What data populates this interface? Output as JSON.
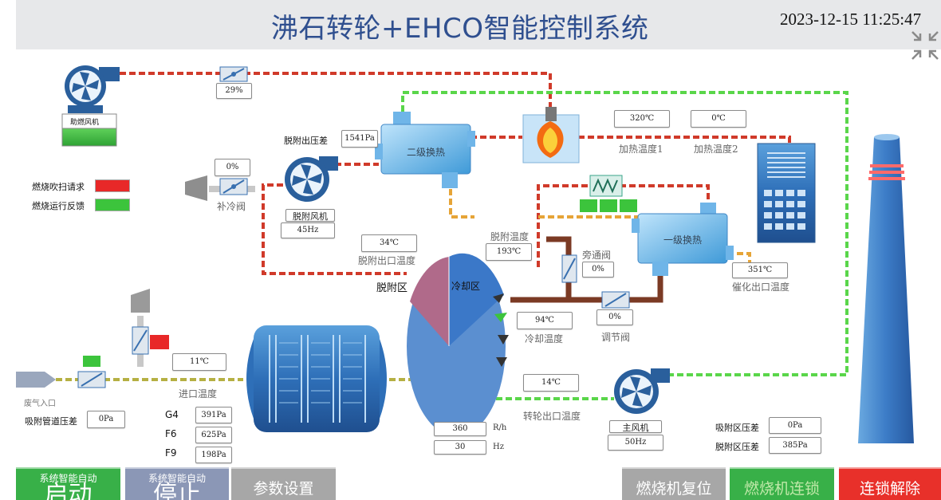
{
  "header": {
    "title": "沸石转轮+EHCO智能控制系统",
    "datetime": "2023-12-15 11:25:47"
  },
  "equipment": {
    "combustion_fan": "助燃风机",
    "desorb_fan": "脱附风机",
    "main_fan": "主风机",
    "secondary_hx": "二级换热",
    "primary_hx": "一级换热",
    "desorb_zone": "脱附区",
    "cooling_zone": "冷却区"
  },
  "legend": {
    "purge_request": "燃烧吹扫请求",
    "run_feedback": "燃烧运行反馈"
  },
  "values": {
    "combustion_valve": "29%",
    "desorb_pressure_diff": "1541Pa",
    "makeup_valve": "0%",
    "desorb_fan_freq": "45Hz",
    "heat_temp1": "320℃",
    "heat_temp2": "0℃",
    "desorb_outlet_temp": "34℃",
    "desorb_temp": "193℃",
    "bypass_valve": "0%",
    "catalytic_outlet_temp": "351℃",
    "cooling_temp": "94℃",
    "adjust_valve": "0%",
    "inlet_temp": "11℃",
    "wheel_outlet_temp": "14℃",
    "suction_pipe_pressure": "0Pa",
    "g4": "391Pa",
    "f6": "625Pa",
    "f9": "198Pa",
    "wheel_speed": "360",
    "wheel_speed_unit": "R/h",
    "wheel_freq": "30",
    "wheel_freq_unit": "Hz",
    "main_fan_freq": "50Hz",
    "adsorb_zone_pressure": "0Pa",
    "desorb_zone_pressure": "385Pa"
  },
  "labels": {
    "desorb_pressure_diff": "脱附出压差",
    "makeup_valve": "补冷阀",
    "heat_temp1": "加热温度1",
    "heat_temp2": "加热温度2",
    "desorb_outlet_temp": "脱附出口温度",
    "desorb_temp": "脱附温度",
    "bypass_valve": "旁通阀",
    "catalytic_outlet_temp": "催化出口温度",
    "cooling_temp": "冷却温度",
    "adjust_valve": "调节阀",
    "inlet_temp": "进口温度",
    "wheel_outlet_temp": "转轮出口温度",
    "waste_gas_inlet": "废气入口",
    "suction_pipe_pressure": "吸附管道压差",
    "g4": "G4",
    "f6": "F6",
    "f9": "F9",
    "adsorb_zone_pressure": "吸附区压差",
    "desorb_zone_pressure": "脱附区压差"
  },
  "buttons": {
    "start_sub": "系统智能自动",
    "start": "启动",
    "stop_sub": "系统智能自动",
    "stop": "停止",
    "params": "参数设置",
    "burner_reset": "燃烧机复位",
    "burner_interlock": "燃烧机连锁",
    "unlock": "连锁解除"
  },
  "colors": {
    "title": "#2f4f8f",
    "pipe_red": "#d03a2a",
    "pipe_green": "#5ad64a",
    "pipe_orange": "#e6a437",
    "pipe_olive": "#b5b043",
    "pipe_brown": "#7b3a24",
    "indicator_red": "#e82828",
    "indicator_green": "#3cc43c",
    "btn_green": "#38b048",
    "btn_blue_gray": "#8b97b6",
    "btn_gray": "#a7a7a7",
    "btn_red": "#e8302a"
  }
}
